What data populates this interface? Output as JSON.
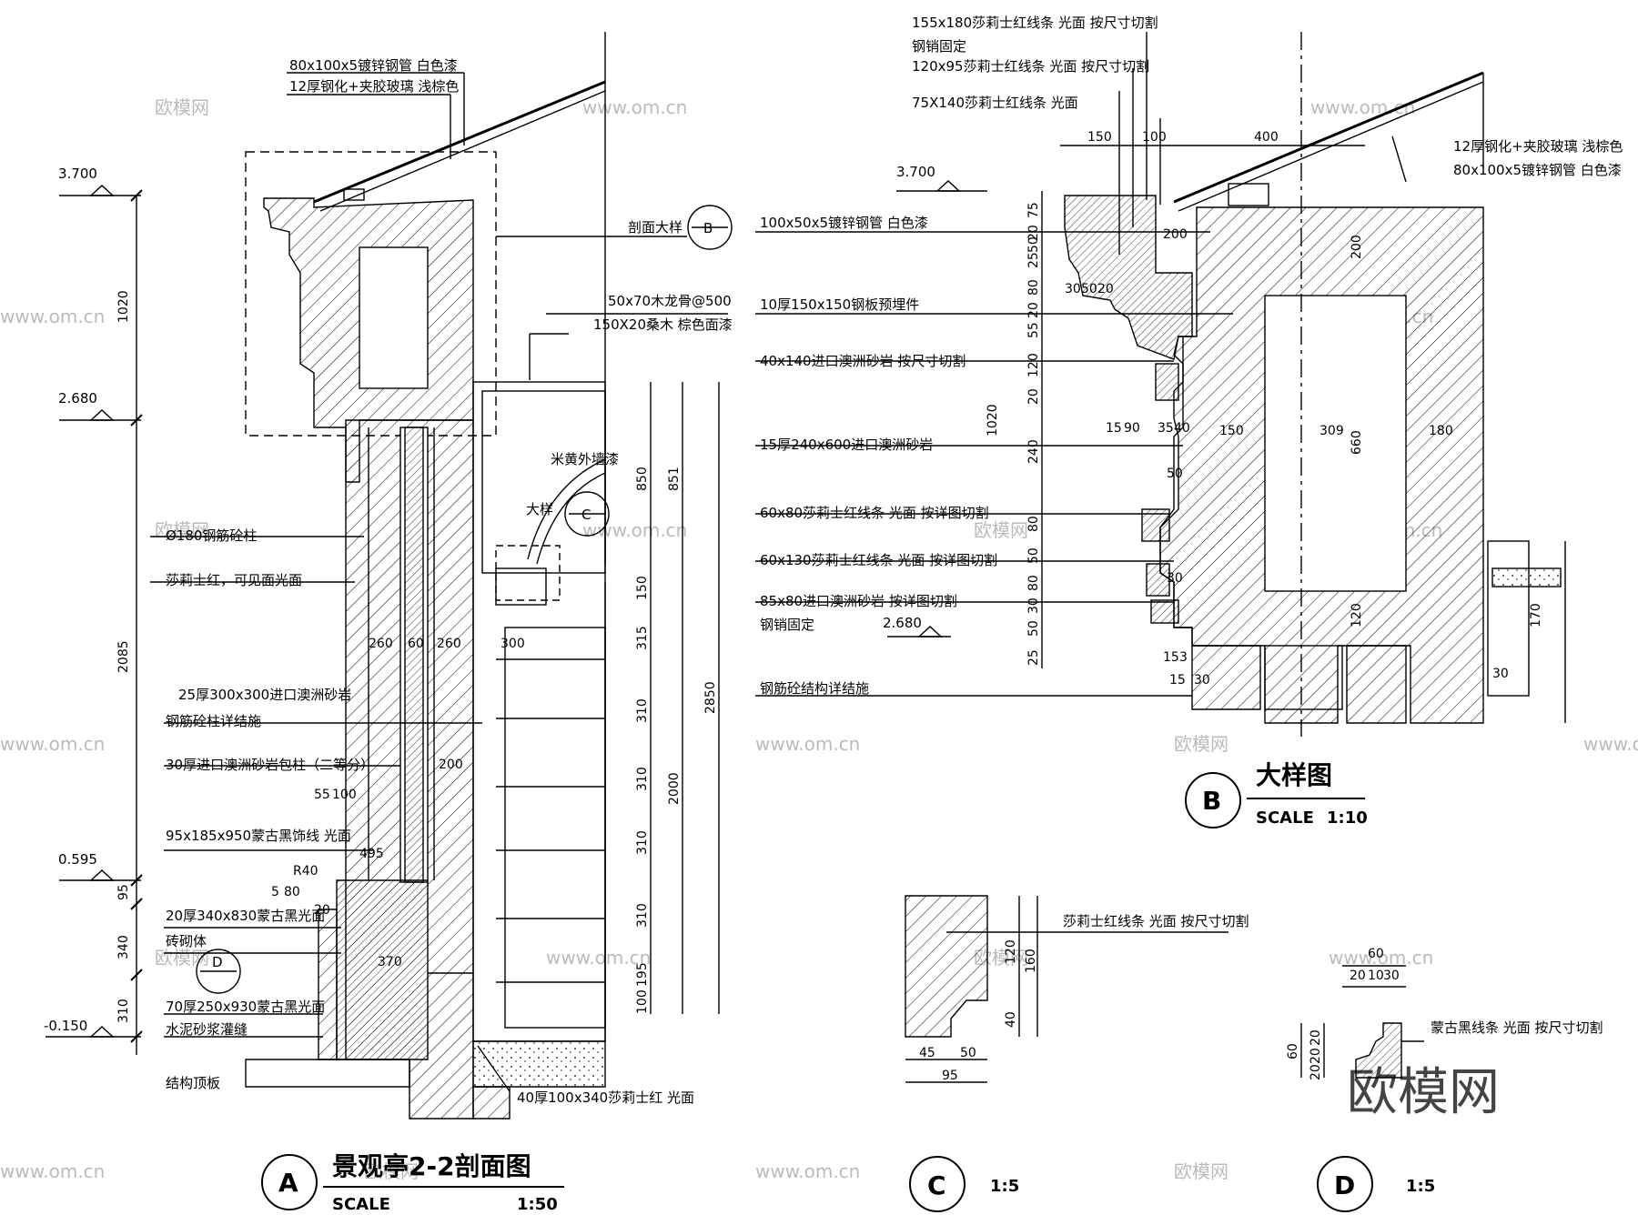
{
  "watermark": {
    "site": "www.om.cn",
    "brand": "欧模网",
    "brand_large": "欧模网"
  },
  "detail_A": {
    "bubble": "A",
    "title": "景观亭2-2剖面图",
    "scale_word": "SCALE",
    "scale": "1:50",
    "levels": [
      "3.700",
      "2.680",
      "0.595",
      "-0.150"
    ],
    "vertical_dims": [
      "1020",
      "2085",
      "95",
      "340",
      "310"
    ],
    "right_dims": [
      "850",
      "851",
      "150",
      "315",
      "310",
      "310",
      "310",
      "310",
      "195",
      "100",
      "2000",
      "2850"
    ],
    "inner_dims": [
      "260",
      "60",
      "260",
      "300",
      "200",
      "55",
      "100",
      "495",
      "R40",
      "5",
      "80",
      "20",
      "370"
    ],
    "labels": [
      "80x100x5镀锌钢管  白色漆",
      "12厚钢化+夹胶玻璃  浅棕色",
      "剖面大样",
      "50x70木龙骨@500",
      "150X20桑木  棕色面漆",
      "米黄外墙漆",
      "大样",
      "Ø180钢筋砼柱",
      "莎莉士红，可见面光面",
      "25厚300x300进口澳洲砂岩",
      "钢筋砼柱详结施",
      "30厚进口澳洲砂岩包柱（二等分）",
      "95x185x950蒙古黑饰线  光面",
      "20厚340x830蒙古黑光面",
      "砖砌体",
      "70厚250x930蒙古黑光面",
      "水泥砂浆灌缝",
      "结构顶板",
      "40厚100x340莎莉士红  光面"
    ],
    "callouts": [
      "B",
      "C",
      "D"
    ]
  },
  "detail_B": {
    "bubble": "B",
    "title": "大样图",
    "scale_word": "SCALE",
    "scale": "1:10",
    "level_top": "3.700",
    "level_bottom": "2.680",
    "top_dims": [
      "150",
      "100",
      "400"
    ],
    "left_dims": [
      "75",
      "20",
      "25",
      "50",
      "80",
      "20",
      "55",
      "120",
      "20",
      "240",
      "80",
      "50",
      "80",
      "30",
      "50",
      "25",
      "1020"
    ],
    "inner_dims": [
      "200",
      "30",
      "50",
      "20",
      "15",
      "90",
      "35",
      "40",
      "150",
      "309",
      "180",
      "200",
      "660",
      "50",
      "30",
      "120",
      "15",
      "3",
      "15",
      "30",
      "170",
      "30"
    ],
    "labels": [
      "155x180莎莉士红线条  光面  按尺寸切割",
      "钢销固定",
      "120x95莎莉士红线条  光面  按尺寸切割",
      "75X140莎莉士红线条  光面",
      "12厚钢化+夹胶玻璃  浅棕色",
      "80x100x5镀锌钢管  白色漆",
      "100x50x5镀锌钢管  白色漆",
      "10厚150x150钢板预埋件",
      "40x140进口澳洲砂岩  按尺寸切割",
      "15厚240x600进口澳洲砂岩",
      "60x80莎莉士红线条  光面  按详图切割",
      "60x130莎莉士红线条  光面  按详图切割",
      "85x80进口澳洲砂岩  按详图切割",
      "钢销固定",
      "钢筋砼结构详结施"
    ]
  },
  "detail_C": {
    "bubble": "C",
    "scale": "1:5",
    "dims": [
      "120",
      "160",
      "40",
      "45",
      "50",
      "95"
    ],
    "label": "莎莉士红线条  光面  按尺寸切割"
  },
  "detail_D": {
    "bubble": "D",
    "scale": "1:5",
    "dims": [
      "60",
      "20",
      "10",
      "30",
      "60",
      "20",
      "20",
      "20"
    ],
    "label": "蒙古黑线条  光面  按尺寸切割"
  },
  "colors": {
    "line": "#000000",
    "watermark": "#bbbbbb"
  }
}
